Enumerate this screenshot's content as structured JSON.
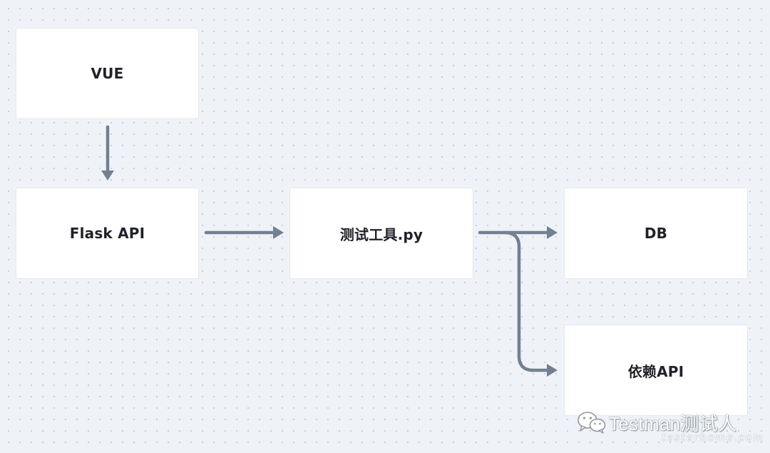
{
  "diagram": {
    "nodes": {
      "vue": {
        "label": "VUE"
      },
      "flask": {
        "label": "Flask API"
      },
      "tool": {
        "label": "测试工具.py"
      },
      "db": {
        "label": "DB"
      },
      "dependency": {
        "label": "依赖API"
      }
    },
    "edges": [
      {
        "from": "VUE",
        "to": "Flask API"
      },
      {
        "from": "Flask API",
        "to": "测试工具.py"
      },
      {
        "from": "测试工具.py",
        "to": "DB"
      },
      {
        "from": "测试工具.py",
        "to": "依赖API"
      }
    ],
    "colors": {
      "background": "#eff2f6",
      "node_fill": "#ffffff",
      "arrow": "#728191",
      "text": "#1f2329"
    }
  },
  "watermark": {
    "title": "Testman测试人",
    "subtitle": "testerhome.com",
    "icon": "wechat-icon"
  }
}
